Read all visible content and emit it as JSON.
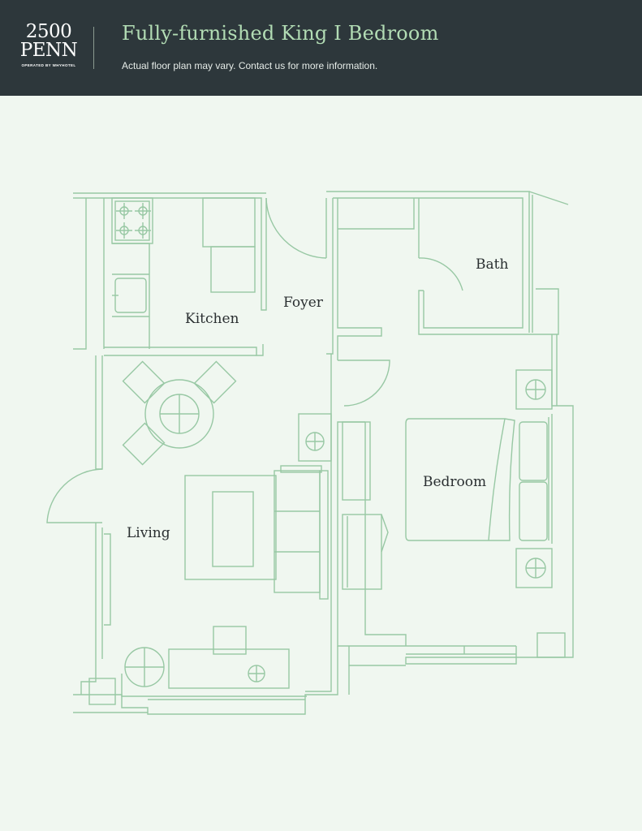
{
  "brand": {
    "logo_line1": "2500",
    "logo_line2": "PENN",
    "logo_tagline": "OPERATED BY WHYHOTEL"
  },
  "header": {
    "title": "Fully-furnished King I Bedroom",
    "subtitle": "Actual floor plan may vary. Contact us for more information."
  },
  "rooms": {
    "kitchen": "Kitchen",
    "foyer": "Foyer",
    "bath": "Bath",
    "bedroom": "Bedroom",
    "living": "Living"
  },
  "colors": {
    "header_bg": "#2d373b",
    "page_bg": "#f0f7f0",
    "title": "#b2dcb4",
    "plan_lines": "#98c8a4",
    "room_label": "#2a2f31"
  }
}
